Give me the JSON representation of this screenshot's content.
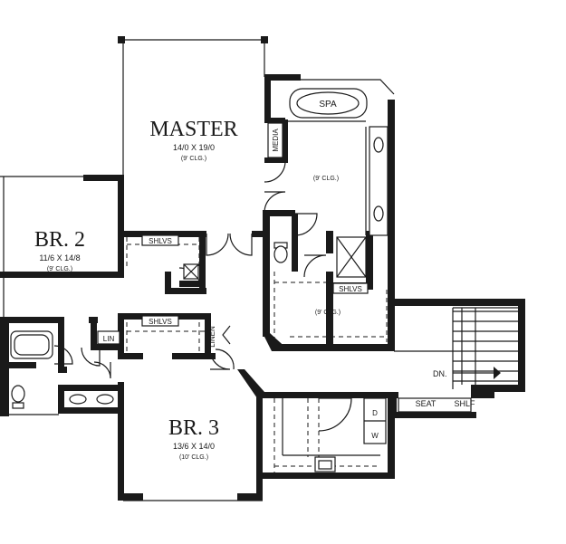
{
  "rooms": {
    "master": {
      "name": "MASTER",
      "dims": "14/0 X 19/0",
      "ceiling": "(9' CLG.)"
    },
    "br2": {
      "name": "BR. 2",
      "dims": "11/6 X 14/8",
      "ceiling": "(9' CLG.)"
    },
    "br3": {
      "name": "BR. 3",
      "dims": "13/6 X 14/0",
      "ceiling": "(10' CLG.)"
    },
    "master_bath": {
      "ceiling": "(9' CLG.)"
    },
    "master_closet": {
      "ceiling": "(9' CLG.)"
    }
  },
  "labels": {
    "spa": "SPA",
    "media": "MEDIA",
    "shlvs_master": "SHLVS",
    "shlvs_closet": "SHLVS",
    "shlvs_hall": "SHLVS",
    "lin": "LIN",
    "linen": "LINEN",
    "dn": "DN.",
    "seat": "SEAT",
    "shlf": "SHLF",
    "w": "W",
    "d": "D"
  }
}
